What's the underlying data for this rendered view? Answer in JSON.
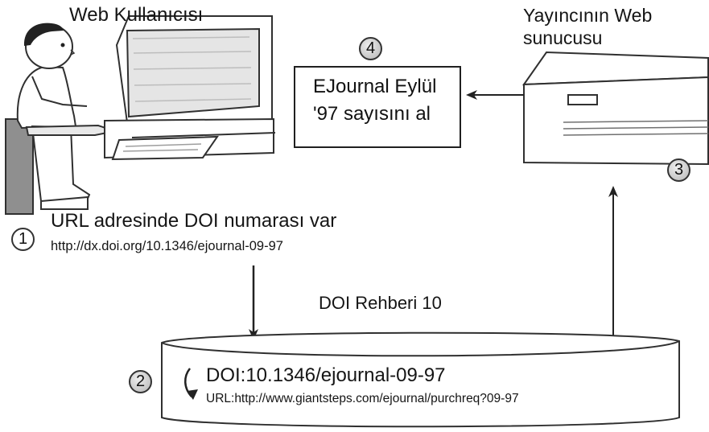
{
  "user": {
    "title": "Web Kullanıcısı"
  },
  "server": {
    "title_line1": "Yayıncının Web",
    "title_line2": "sunucusu"
  },
  "page": {
    "line1": "EJournal Eylül",
    "line2": "'97 sayısını al"
  },
  "request": {
    "title": "URL adresinde DOI numarası var",
    "url": "http://dx.doi.org/10.1346/ejournal-09-97"
  },
  "directory": {
    "title": "DOI Rehberi 10",
    "doi": "DOI:10.1346/ejournal-09-97",
    "target_url": "URL:http://www.giantsteps.com/ejournal/purchreq?09-97"
  },
  "steps": [
    "1",
    "2",
    "3",
    "4"
  ]
}
